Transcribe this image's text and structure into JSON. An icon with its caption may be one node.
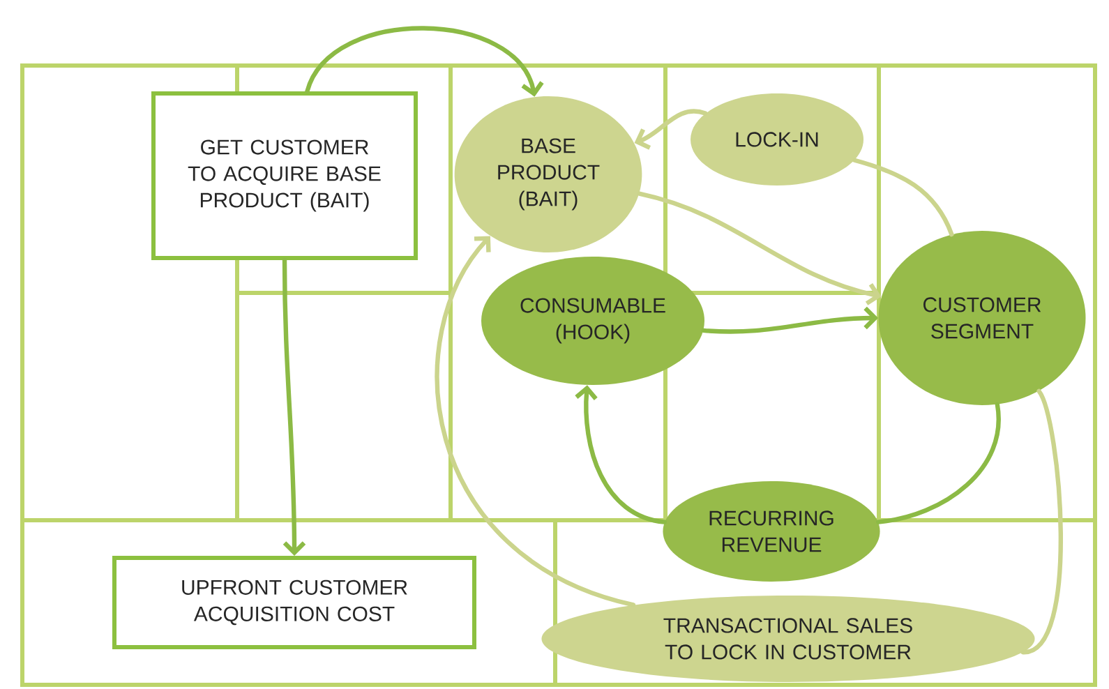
{
  "diagram": {
    "nodes": [
      {
        "text": [
          "GET CUSTOMER TO ACQUIRE BASE PRODUCT (BAIT)"
        ]
      },
      {
        "text": [
          "BASE PRODUCT (BAIT)"
        ]
      },
      {
        "text": [
          "LOCK-IN"
        ]
      },
      {
        "text": [
          "CONSUMABLE (HOOK)"
        ]
      },
      {
        "text": [
          "CUSTOMER SEGMENT"
        ]
      },
      {
        "text": [
          "RECURRING REVENUE"
        ]
      },
      {
        "text": [
          "UPFRONT CUSTOMER ACQUISITION COST"
        ]
      },
      {
        "text": [
          "TRANSACTIONAL SALES TO LOCK IN CUSTOMER"
        ]
      }
    ],
    "edges": [
      {
        "from": 0,
        "to": 1,
        "arrow": "to"
      },
      {
        "from": 0,
        "to": 6,
        "arrow": "to"
      },
      {
        "from": 1,
        "to": 4,
        "arrow": "to",
        "color": "#cbd48c"
      },
      {
        "from": 3,
        "to": 4,
        "arrow": "to"
      },
      {
        "from": 4,
        "to": 2,
        "arrow": "none",
        "color": "#cbd48c"
      },
      {
        "from": 2,
        "to": 1,
        "arrow": "to",
        "color": "#cbd48c"
      },
      {
        "from": 4,
        "to": 5,
        "arrow": "none"
      },
      {
        "from": 5,
        "to": 3,
        "arrow": "to"
      },
      {
        "from": 4,
        "to": 7,
        "arrow": "none",
        "color": "#cbd48c"
      },
      {
        "from": 7,
        "to": 1,
        "arrow": "to",
        "color": "#cbd48c"
      }
    ]
  }
}
